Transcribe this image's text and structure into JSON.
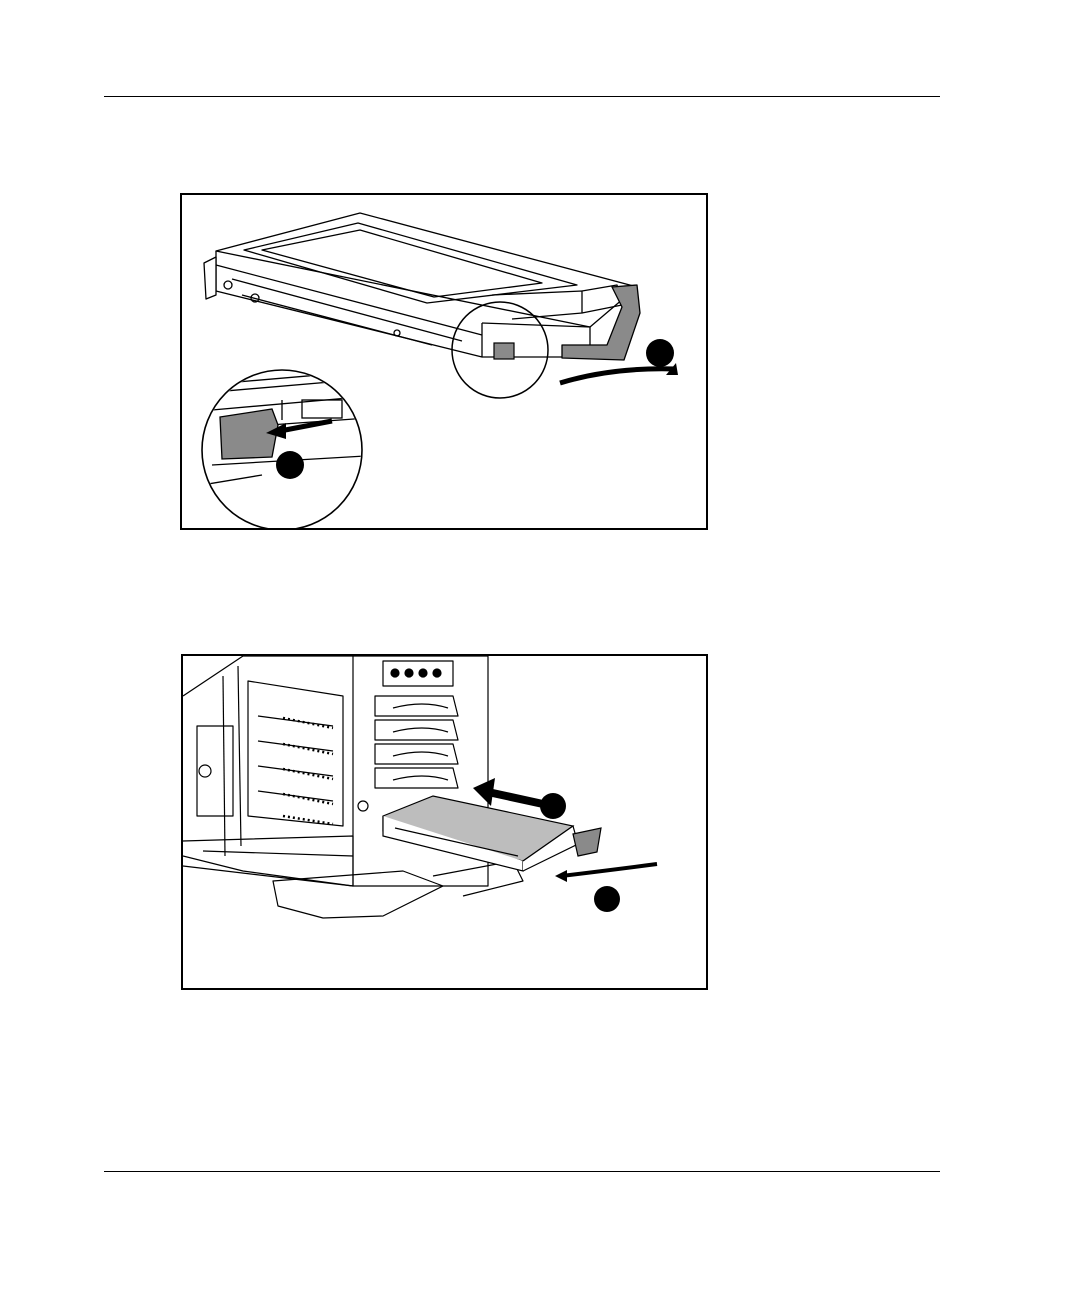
{
  "colors": {
    "ink": "#000000",
    "callout_fill": "#000000",
    "latch_gray": "#8a8a8a",
    "panel_gray": "#bdbdbd",
    "paper": "#ffffff"
  },
  "figures": [
    {
      "id": "release-latch-figure",
      "callouts": [
        "latch-release-marker",
        "lever-open-marker"
      ],
      "icons": [
        "hard-drive-tray-icon",
        "latch-detail-magnifier-icon",
        "curved-arrow-icon",
        "straight-arrow-icon"
      ]
    },
    {
      "id": "insert-drive-figure",
      "callouts": [
        "insert-marker",
        "lever-close-marker"
      ],
      "icons": [
        "server-chassis-icon",
        "drive-bays-icon",
        "hard-drive-tray-icon",
        "straight-arrow-icon",
        "curved-arrow-icon"
      ]
    }
  ]
}
